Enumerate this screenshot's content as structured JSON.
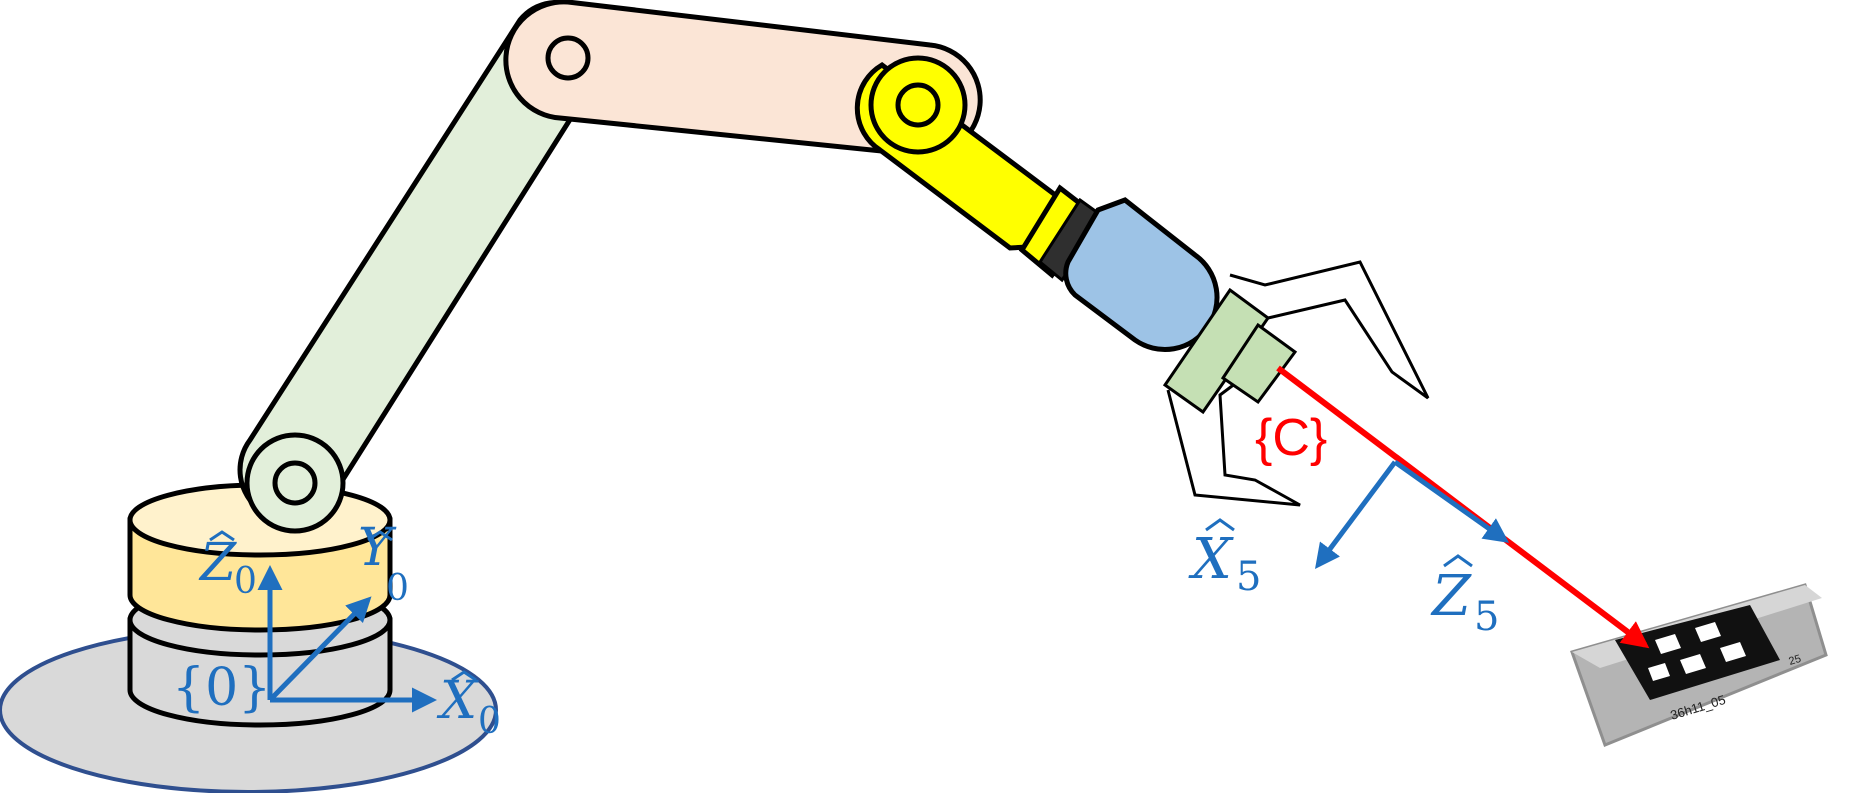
{
  "diagram": {
    "frame_base_label": "{0}",
    "frame_camera_label": "{C}",
    "base_axes": [
      {
        "symbol": "Z",
        "subscript": "0"
      },
      {
        "symbol": "Y",
        "subscript": "0"
      },
      {
        "symbol": "X",
        "subscript": "0"
      }
    ],
    "ee_axes": [
      {
        "symbol": "X",
        "subscript": "5"
      },
      {
        "symbol": "Z",
        "subscript": "5"
      }
    ],
    "tag_label": "36h11_05",
    "tag_corner_label": "25"
  },
  "colors": {
    "axis_blue": "#1f6fbf",
    "camera_red": "#ff0000",
    "base_plate": "#d9d9d9",
    "base_plate_edge": "#2f4f8f",
    "base_cylinder_top": "#ffe699",
    "base_cylinder_bottom": "#d9d9d9",
    "link1": "#e2efda",
    "link2": "#fbe5d6",
    "link3": "#ffff00",
    "wrist": "#9dc3e6",
    "camera_body": "#c5e0b4"
  }
}
